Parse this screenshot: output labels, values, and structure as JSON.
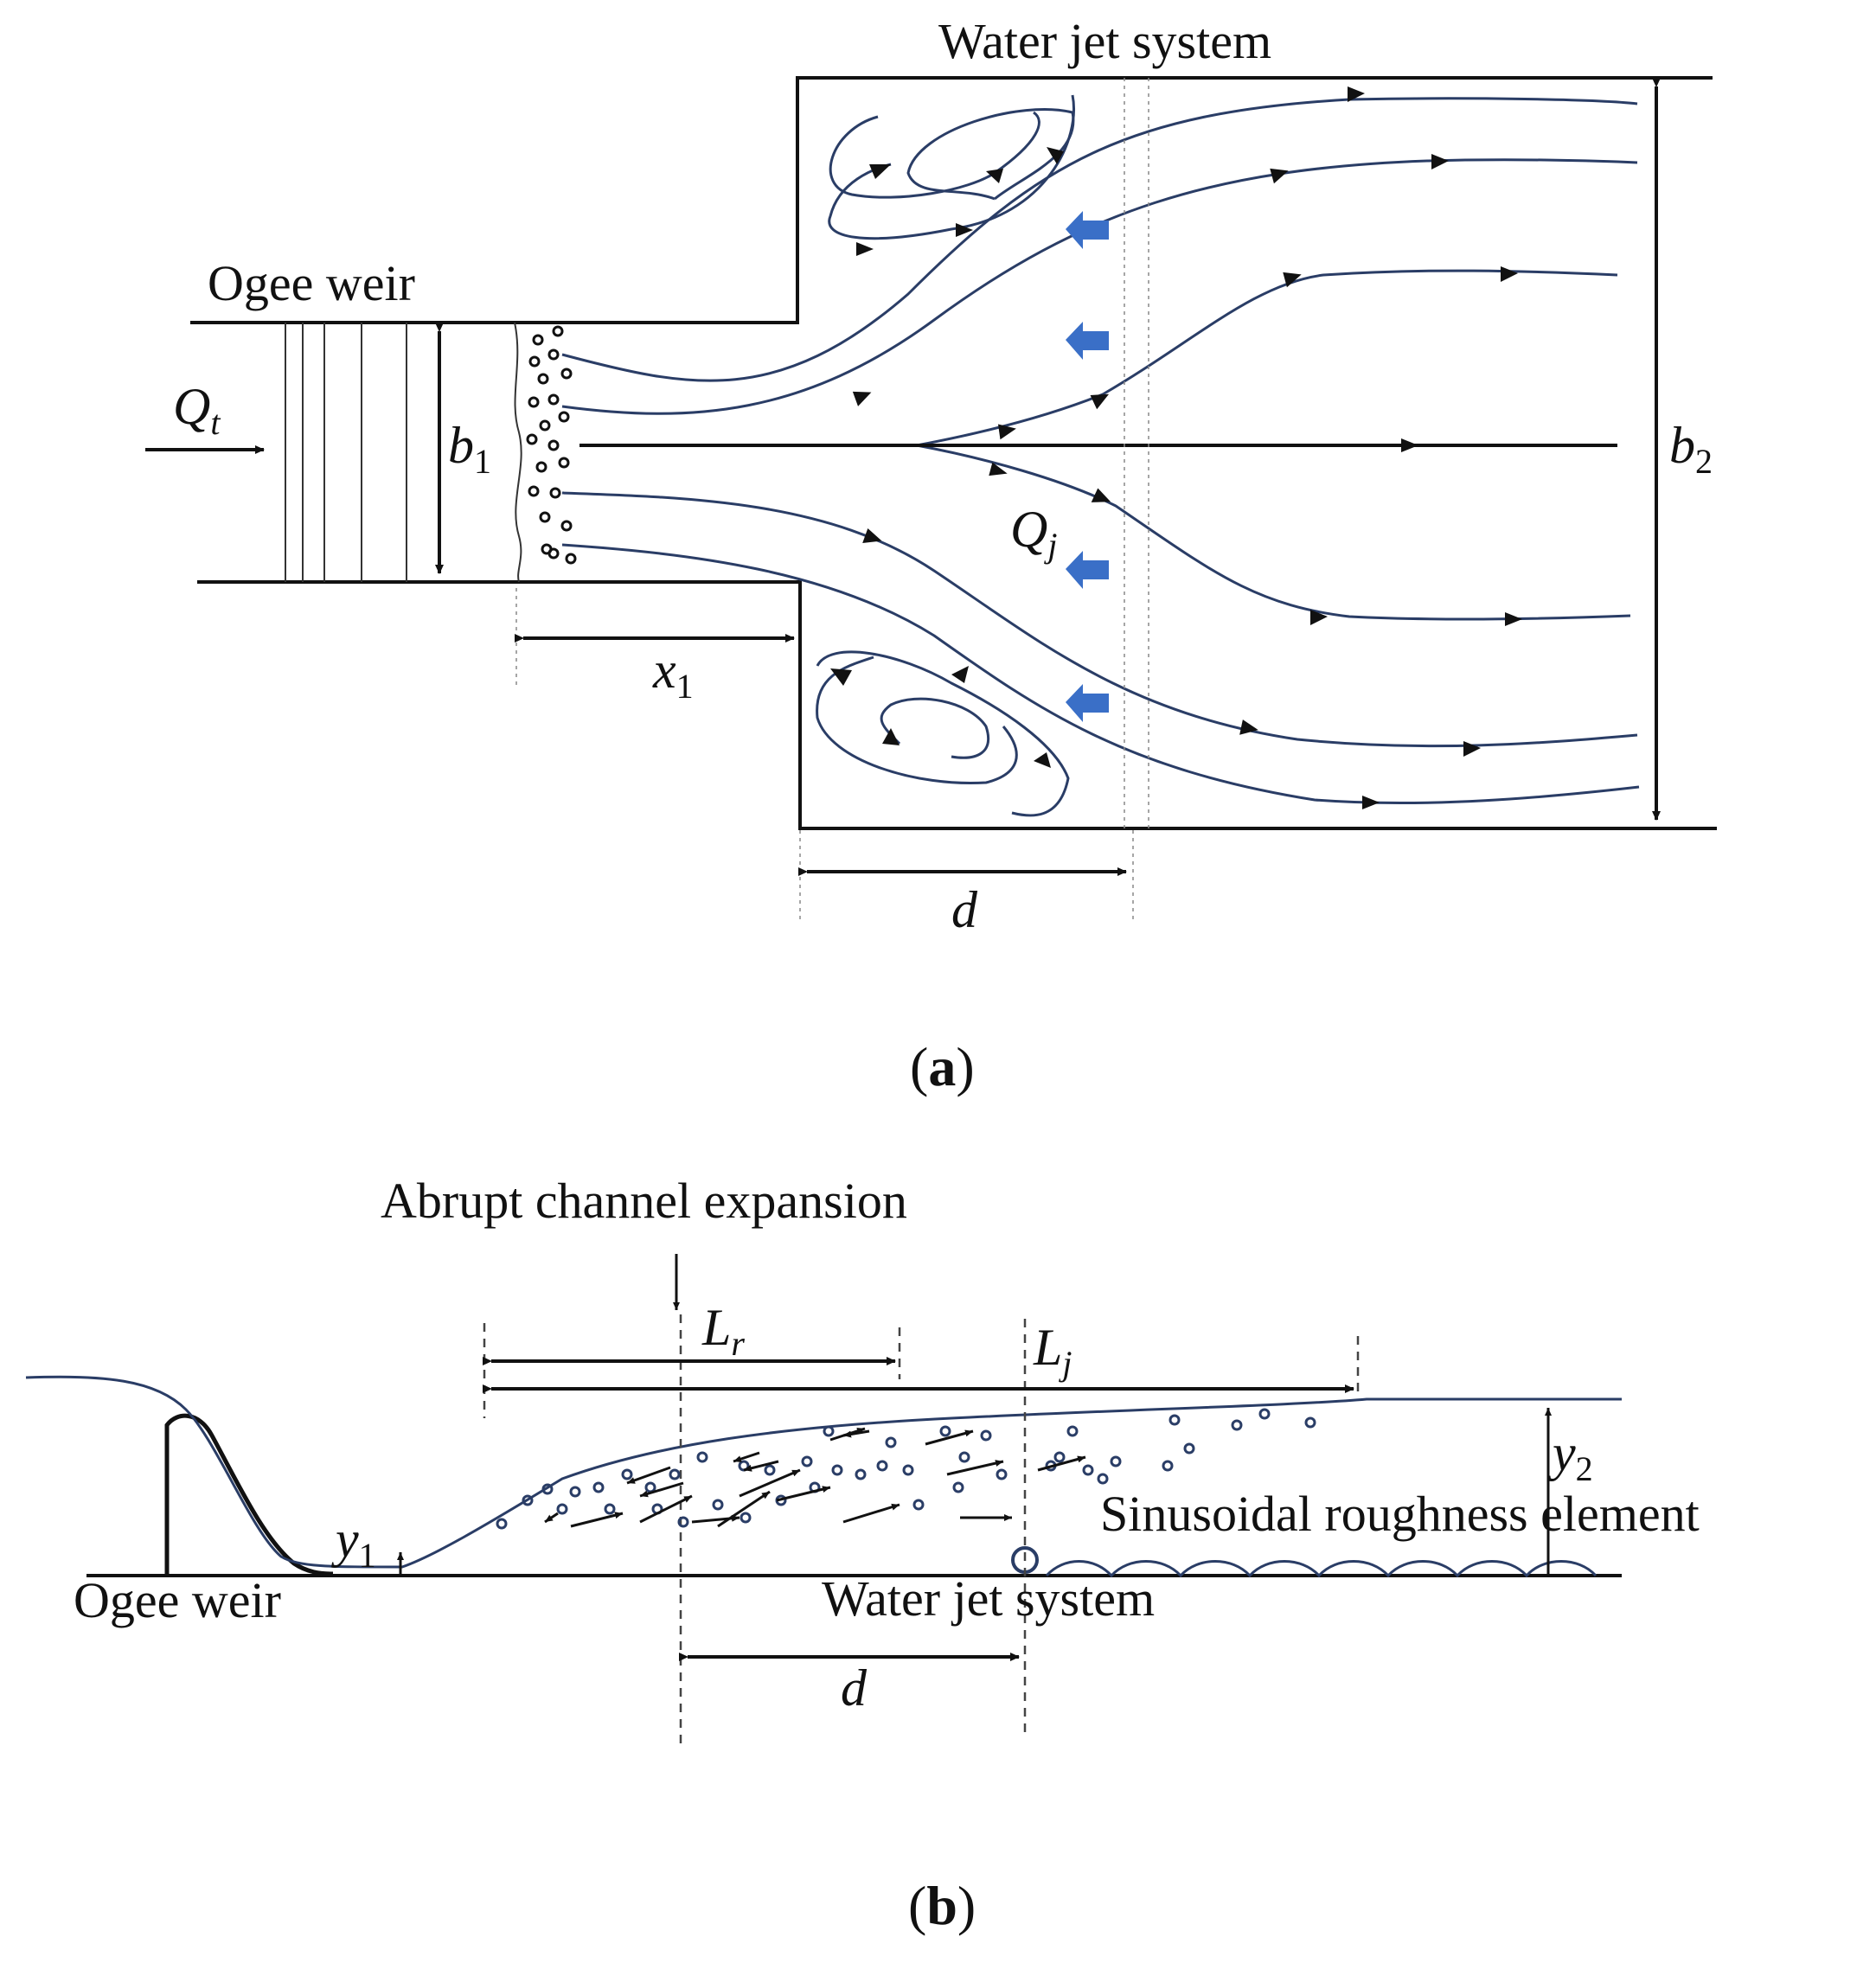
{
  "panel_a": {
    "caption_open": "(",
    "caption_letter": "a",
    "caption_close": ")",
    "label_water_jet": "Water jet system",
    "label_ogee": "Ogee weir",
    "sym_q": "Q",
    "sub_q": "t",
    "sym_b1": "b",
    "sub_b1": "1",
    "sym_b2": "b",
    "sub_b2": "2",
    "sym_x1": "x",
    "sub_x1": "1",
    "sym_qj": "Q",
    "sub_qj": "j",
    "sym_d": "d",
    "jet_arrow_color": "#3a6fc7"
  },
  "panel_b": {
    "caption_open": "(",
    "caption_letter": "b",
    "caption_close": ")",
    "label_expansion": "Abrupt channel expansion",
    "label_roughness": "Sinusoidal roughness element",
    "label_ogee": "Ogee weir",
    "label_water_jet": "Water jet system",
    "sym_lr": "L",
    "sub_lr": "r",
    "sym_lj": "L",
    "sub_lj": "j",
    "sym_y1": "y",
    "sub_y1": "1",
    "sym_y2": "y",
    "sub_y2": "2",
    "sym_d": "d",
    "bubble_color": "#2a3d66"
  }
}
